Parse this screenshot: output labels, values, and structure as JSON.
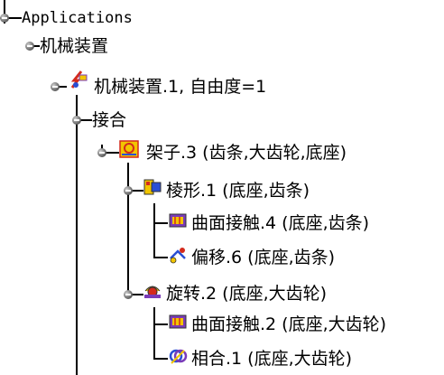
{
  "tree": {
    "root": {
      "label": "Applications"
    },
    "mechanism_root": {
      "label": "机械装置"
    },
    "mechanism": {
      "label": "机械装置.1, 自由度=1"
    },
    "joints": {
      "label": "接合"
    },
    "rack": {
      "label": "架子.3 (齿条,大齿轮,底座)"
    },
    "prismatic": {
      "label": "棱形.1 (底座,齿条)"
    },
    "surface_contact_4": {
      "label": "曲面接触.4 (底座,齿条)"
    },
    "offset": {
      "label": "偏移.6 (底座,齿条)"
    },
    "revolute": {
      "label": "旋转.2 (底座,大齿轮)"
    },
    "surface_contact_2": {
      "label": "曲面接触.2 (底座,大齿轮)"
    },
    "coincidence": {
      "label": "相合.1 (底座,大齿轮)"
    }
  },
  "icons": {
    "mechanism": "mechanism-icon",
    "rack": "rack-joint-icon",
    "prismatic": "prismatic-joint-icon",
    "surface_contact": "surface-contact-icon",
    "offset": "offset-constraint-icon",
    "revolute": "revolute-joint-icon",
    "coincidence": "coincidence-constraint-icon"
  },
  "colors": {
    "tree_line": "#000000",
    "icon_yellow": "#f2c500",
    "icon_red": "#d42a1c",
    "icon_blue": "#2a4fd4",
    "icon_purple": "#7a3bb8"
  }
}
